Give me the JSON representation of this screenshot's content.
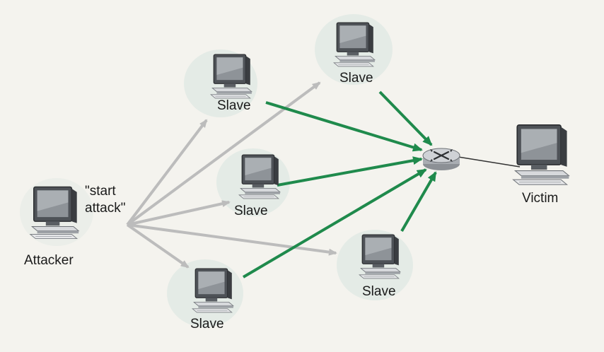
{
  "diagram": {
    "nodes": {
      "attacker": "Attacker",
      "slave_top_left": "Slave",
      "slave_top_right": "Slave",
      "slave_middle": "Slave",
      "slave_lower_right": "Slave",
      "slave_bottom": "Slave",
      "victim": "Victim"
    },
    "command_label_line1": "\"start",
    "command_label_line2": "attack\"",
    "colors": {
      "command_arrow": "#bcbcbc",
      "attack_arrow": "#1f8a4c",
      "node_halo": "#dfe8e3"
    }
  }
}
